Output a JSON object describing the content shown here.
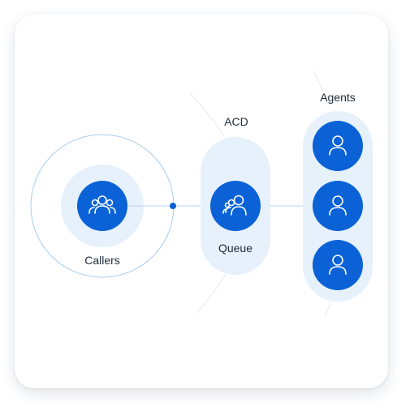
{
  "diagram": {
    "callers_label": "Callers",
    "acd_label": "ACD",
    "queue_label": "Queue",
    "agents_label": "Agents"
  },
  "colors": {
    "primary": "#0a62d6",
    "light_fill": "#e6f1fb",
    "outline": "#a9ccee",
    "connector": "#b9d6f2",
    "faint_line": "#e3e9ef"
  },
  "icons": {
    "callers": "users-group-icon",
    "queue": "users-group-icon",
    "agent": "user-icon"
  }
}
